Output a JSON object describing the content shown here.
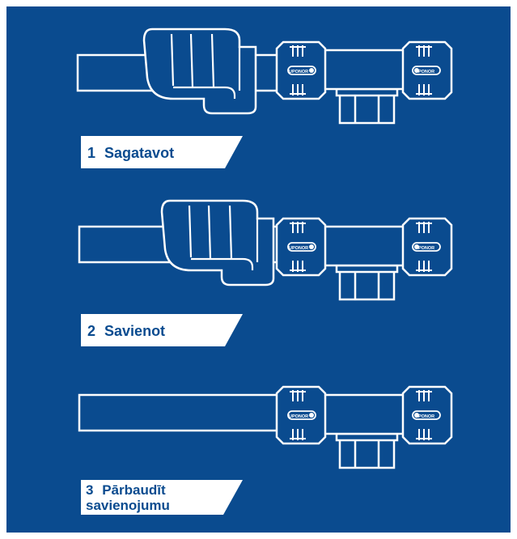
{
  "colors": {
    "background": "#0a4b8f",
    "line": "#ffffff",
    "label_bg": "#ffffff",
    "label_text": "#0a4b8f"
  },
  "brand": "UPONOR",
  "steps": [
    {
      "number": "1",
      "title": "Sagatavot",
      "title_line2": ""
    },
    {
      "number": "2",
      "title": "Savienot",
      "title_line2": ""
    },
    {
      "number": "3",
      "title": "Pārbaudīt",
      "title_line2": "savienojumu"
    }
  ]
}
